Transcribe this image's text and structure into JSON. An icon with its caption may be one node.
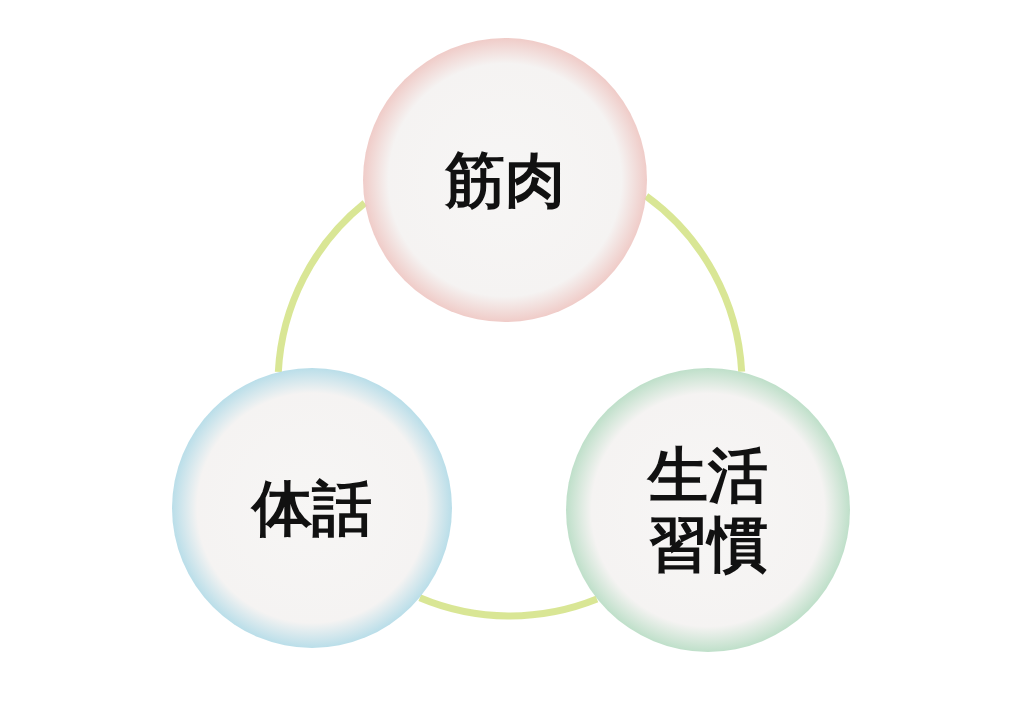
{
  "diagram": {
    "nodes": [
      {
        "text": [
          "筋肉"
        ]
      },
      {
        "text": [
          "体話"
        ]
      },
      {
        "text": [
          "生活習慣"
        ]
      }
    ],
    "edges": [
      {
        "from": 0,
        "to": 2,
        "arrow": "none"
      },
      {
        "from": 2,
        "to": 1,
        "arrow": "none"
      },
      {
        "from": 1,
        "to": 0,
        "arrow": "none"
      }
    ]
  }
}
